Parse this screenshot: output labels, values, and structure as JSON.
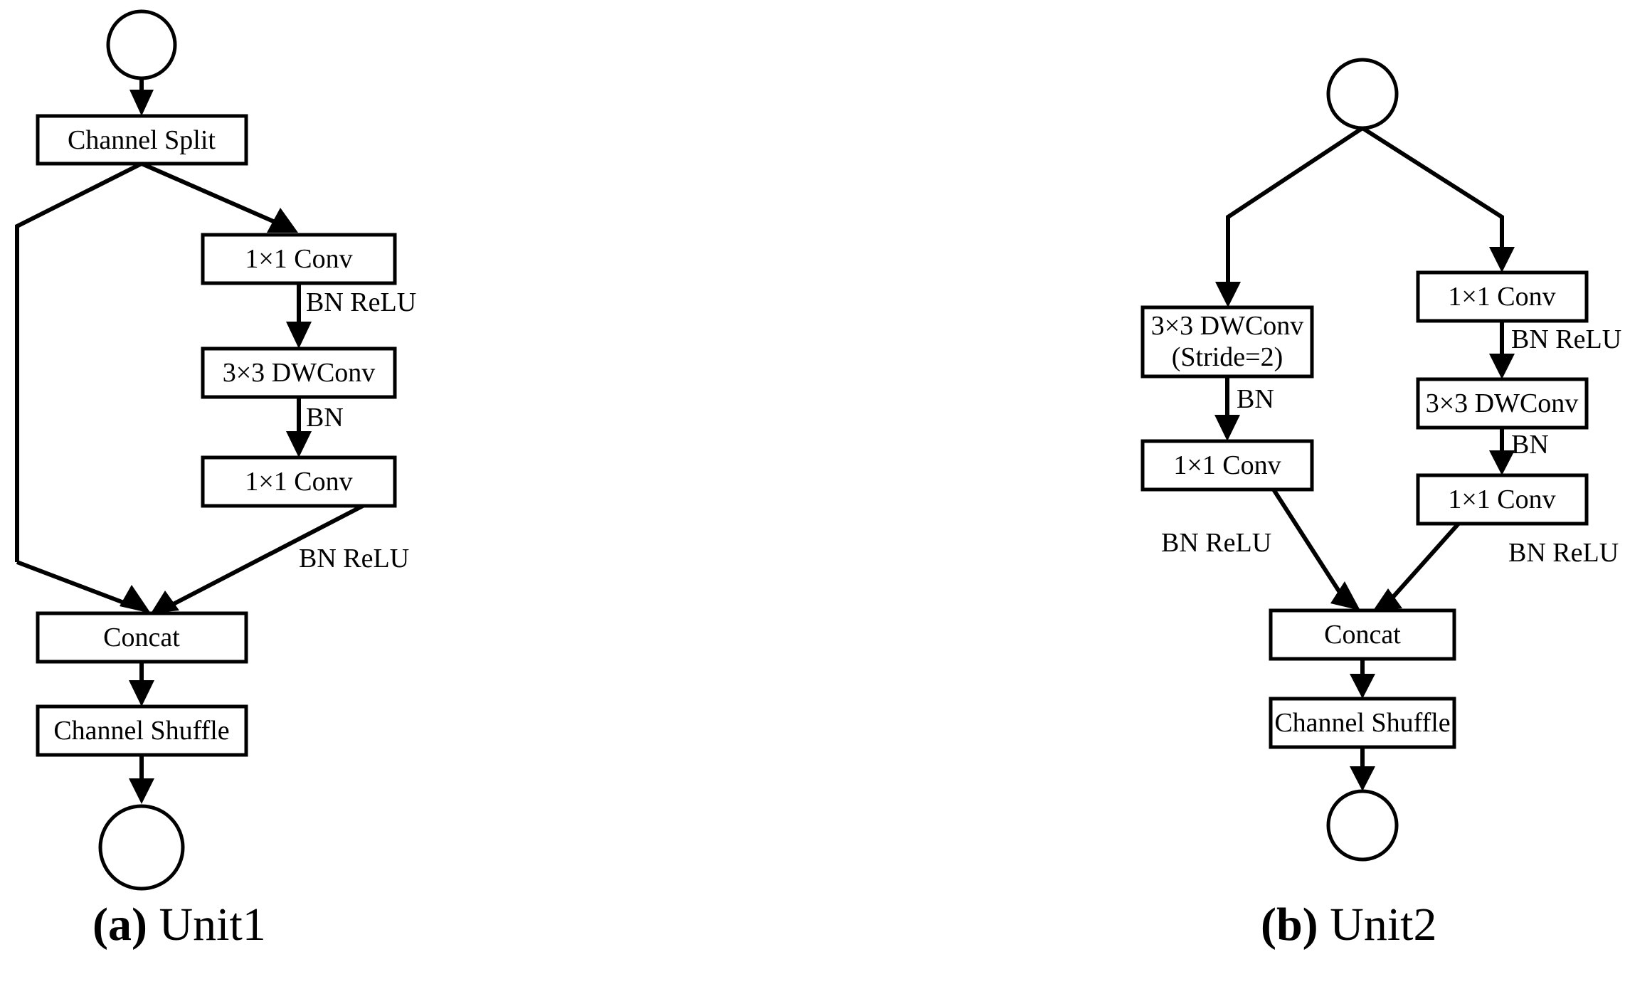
{
  "figure": {
    "background_color": "#ffffff",
    "stroke_color": "#000000",
    "captions": [
      {
        "letter": "(a)",
        "title": " Unit1"
      },
      {
        "letter": "(b)",
        "title": " Unit2"
      }
    ]
  },
  "unit1": {
    "caption_letter": "(a)",
    "caption_title": " Unit1",
    "input_node": "input-circle",
    "output_node": "output-circle",
    "boxes": {
      "channel_split": "Channel Split",
      "conv1x1_a": "1×1 Conv",
      "dwconv3x3": "3×3 DWConv",
      "conv1x1_b": "1×1 Conv",
      "concat": "Concat",
      "channel_shuffle": "Channel Shuffle"
    },
    "edge_labels": {
      "after_conv1x1_a": "BN ReLU",
      "after_dwconv3x3": "BN",
      "after_conv1x1_b": "BN ReLU"
    }
  },
  "unit2": {
    "caption_letter": "(b)",
    "caption_title": " Unit2",
    "input_node": "input-circle",
    "output_node": "output-circle",
    "left_branch": {
      "dwconv_line1": "3×3 DWConv",
      "dwconv_line2": "(Stride=2)",
      "conv1x1": "1×1 Conv",
      "label_after_dwconv": "BN",
      "label_after_conv1x1": "BN ReLU"
    },
    "right_branch": {
      "conv1x1_top": "1×1 Conv",
      "dwconv3x3": "3×3 DWConv",
      "conv1x1_bottom": "1×1 Conv",
      "label_after_conv1x1_top": "BN ReLU",
      "label_after_dwconv": "BN",
      "label_after_conv1x1_bottom": "BN ReLU"
    },
    "boxes": {
      "concat": "Concat",
      "channel_shuffle": "Channel Shuffle"
    }
  }
}
